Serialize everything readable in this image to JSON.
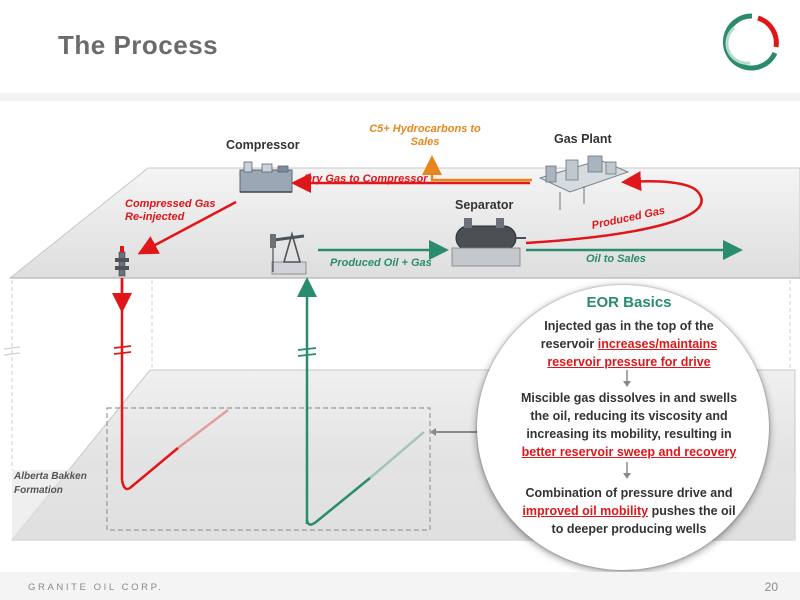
{
  "slide": {
    "title": "The Process",
    "company": "GRANITE OIL CORP.",
    "page_number": "20"
  },
  "facilities": {
    "compressor": "Compressor",
    "gas_plant": "Gas Plant",
    "separator": "Separator"
  },
  "flows": {
    "c5_line1": "C5+ Hydrocarbons to",
    "c5_line2": "Sales",
    "dry_gas": "Dry Gas to Compressor",
    "compressed_line1": "Compressed Gas",
    "compressed_line2": "Re-injected",
    "produced_gas": "Produced Gas",
    "produced_oil_gas": "Produced Oil + Gas",
    "oil_sales": "Oil to Sales"
  },
  "formation": {
    "line1": "Alberta Bakken",
    "line2": "Formation"
  },
  "eor": {
    "title": "EOR Basics",
    "p1_a": "Injected gas in the top of the",
    "p1_b": "reservoir ",
    "p1_u1": "increases/maintains",
    "p1_u2": "reservoir pressure for drive",
    "p2_a": "Miscible gas dissolves in and swells",
    "p2_b": "the oil, reducing its viscosity and",
    "p2_c": "increasing its mobility, resulting in",
    "p2_u": "better reservoir sweep and recovery",
    "p3_a": "Combination of pressure drive and",
    "p3_u": "improved oil mobility",
    "p3_b": " pushes the oil",
    "p3_c": "to deeper producing wells"
  },
  "colors": {
    "injection": "#e0161a",
    "production": "#2a8c6e",
    "c5": "#e8861e",
    "logo_green": "#2a8c6e",
    "logo_red": "#e0161a"
  }
}
